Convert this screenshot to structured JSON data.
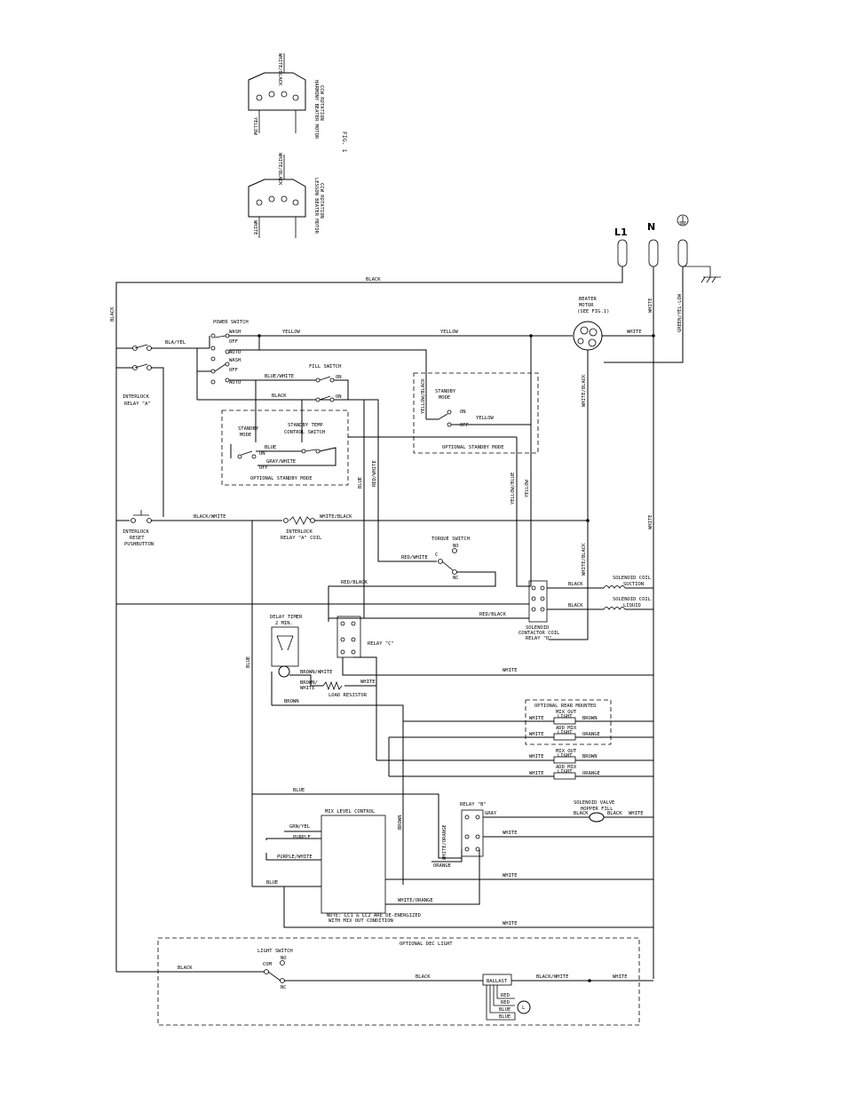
{
  "supply": {
    "l1": "L1",
    "n": "N"
  },
  "fig": {
    "label": "FIG. 1",
    "harmony": {
      "title": "HARMONY BEATER MOTOR",
      "subtitle": "CCW ROTATION",
      "wire_left": "YELLOW",
      "wire_right": "WHITE/BLACK"
    },
    "lesson": {
      "title": "LESSON BEATER MOTOR",
      "subtitle": "CCW ROTATION",
      "wire_left": "WHITE",
      "wire_right": "WHITE/BLACK"
    }
  },
  "wires": {
    "black": "BLACK",
    "bla_yel": "BLA/YEL",
    "yellow": "YELLOW",
    "white": "WHITE",
    "green_yel": "GREEN/YEL-LOW",
    "blue_white": "BLUE/WHITE",
    "yellow_black": "YELLOW/BLACK",
    "blue": "BLUE",
    "gray_white": "GRAY/WHITE",
    "red_white": "RED/WHITE",
    "yellow_blue": "YELLOW/BLUE",
    "black_white": "BLACK/WHITE",
    "white_black": "WHITE/BLACK",
    "red_black": "RED/BLACK",
    "brown_white": "BROWN/WHITE",
    "brown_white_2": "BROWN/",
    "white_2": "WHITE",
    "brown": "BROWN",
    "orange": "ORANGE",
    "grn_yel": "GRN/YEL",
    "purple": "PURPLE",
    "purple_white": "PURPLE/WHITE",
    "white_orange": "WHITE/ORANGE",
    "gray": "GRAY",
    "red": "RED",
    "blue_short": "BLUE"
  },
  "components": {
    "power_switch": {
      "title": "POWER SWITCH",
      "wash": "WASH",
      "off": "OFF",
      "auto": "AUTO"
    },
    "fill_switch": {
      "title": "FILL SWITCH",
      "on": "ON"
    },
    "interlock_relay": "INTERLOCK",
    "interlock_relay_2": "RELAY \"A\"",
    "beater_motor": {
      "title": "BEATER",
      "line2": "MOTOR",
      "line3": "(SEE FIG.1)"
    },
    "standby_mode": {
      "title": "STANDBY",
      "line2": "MODE",
      "on": "ON",
      "off": "OFF",
      "box_label": "OPTIONAL STANDBY MODE"
    },
    "standby_left": {
      "mode1": "STANDBY",
      "mode2": "MODE",
      "temp1": "STANDBY TEMP",
      "temp2": "CONTROL SWITCH",
      "on": "ON",
      "off": "OFF",
      "box_label": "OPTIONAL STANDBY MODE"
    },
    "interlock_reset": {
      "l1": "INTERLOCK",
      "l2": "RESET",
      "l3": "PUSHBUTTON"
    },
    "interlock_coil": {
      "l1": "INTERLOCK",
      "l2": "RELAY \"A\" COIL"
    },
    "torque_switch": {
      "title": "TORQUE SWITCH",
      "no": "NO",
      "c": "C",
      "nc": "NC"
    },
    "solenoid_coil_suction": {
      "l1": "SOLENOID COIL",
      "l2": "SUCTION"
    },
    "solenoid_coil_liquid": {
      "l1": "SOLENOID COIL",
      "l2": "LIQUID"
    },
    "contactor": {
      "l1": "SOLENOID",
      "l2": "CONTACTOR COIL",
      "l3": "RELAY \"D\""
    },
    "delay_timer": {
      "l1": "DELAY TIMER",
      "l2": "2 MIN."
    },
    "relay_c": "RELAY \"C\"",
    "load_resistor": "LOAD RESISTOR",
    "rear_mounted": {
      "title": "OPTIONAL REAR MOUNTED"
    },
    "lights": [
      {
        "l1": "MIX OUT",
        "l2": "LIGHT"
      },
      {
        "l1": "ADD MIX",
        "l2": "LIGHT"
      },
      {
        "l1": "MIX OUT",
        "l2": "LIGHT"
      },
      {
        "l1": "ADD MIX",
        "l2": "LIGHT"
      }
    ],
    "relay_b": "RELAY \"B\"",
    "solenoid_valve": {
      "l1": "SOLENOID VALVE",
      "l2": "HOPPER FILL"
    },
    "mix_level": {
      "title": "MIX LEVEL CONTROL",
      "note1": "NOTE: LC1 & LC2 ARE DE-ENERGIZED",
      "note2": "WITH MIX OUT CONDITION"
    },
    "dec_light": {
      "title": "OPTIONAL DEC LIGHT"
    },
    "light_switch": {
      "title": "LIGHT SWITCH",
      "com": "COM",
      "no": "NO",
      "nc": "NC"
    },
    "ballast": "BALLAST"
  }
}
